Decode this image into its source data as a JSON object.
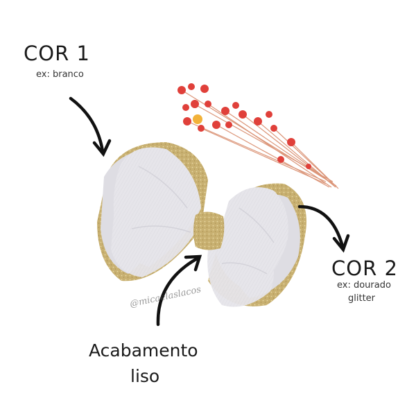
{
  "labels": {
    "cor1_title": "COR 1",
    "cor1_example": "ex: branco",
    "cor2_title": "COR 2",
    "cor2_example_line1": "ex: dourado",
    "cor2_example_line2": "glitter",
    "finish_line1": "Acabamento",
    "finish_line2": "liso"
  },
  "watermark": "@micaelaslacos",
  "colors": {
    "bow_white": "#e6e5ea",
    "bow_gold": "#c8b071",
    "flower_red": "#e0403a",
    "arrow": "#111111"
  },
  "icons": [
    "curved-arrow-icon",
    "bow-image",
    "dried-flowers-image"
  ]
}
